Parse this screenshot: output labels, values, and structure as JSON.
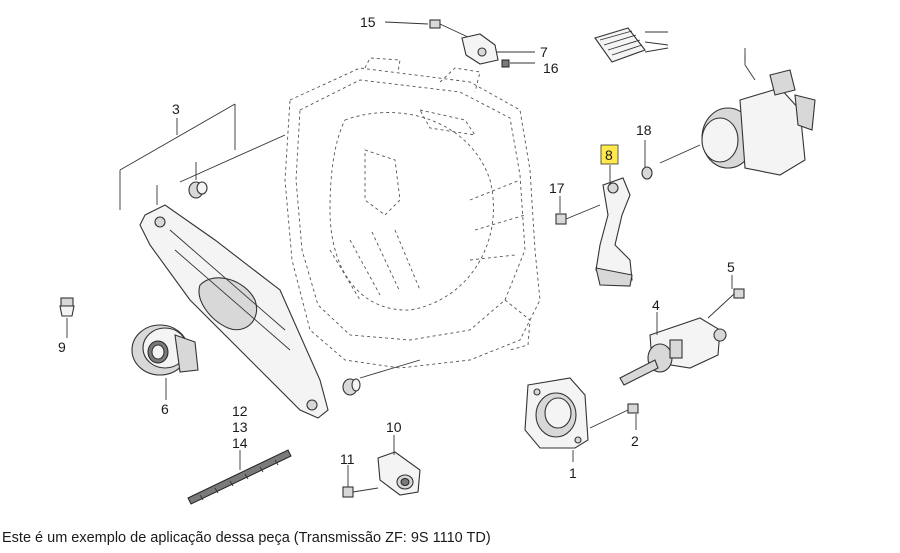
{
  "callouts": {
    "c1": "1",
    "c2": "2",
    "c3": "3",
    "c4": "4",
    "c5": "5",
    "c6": "6",
    "c7": "7",
    "c8": "8",
    "c9": "9",
    "c10": "10",
    "c11": "11",
    "c12": "12",
    "c13": "13",
    "c14": "14",
    "c15": "15",
    "c16": "16",
    "c17": "17",
    "c18": "18"
  },
  "highlighted_callout": "8",
  "colors": {
    "highlight": "#ffe94d",
    "line": "#333333",
    "background": "#ffffff"
  },
  "caption": "Este é um exemplo de aplicação dessa peça (Transmissão ZF: 9S 1110 TD)"
}
